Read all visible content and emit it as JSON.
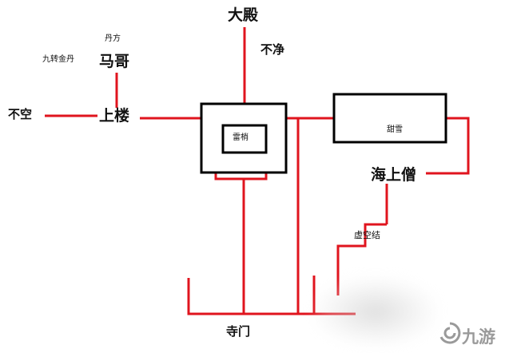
{
  "diagram": {
    "colors": {
      "path_red": "#e0141e",
      "box_stroke": "#000000",
      "text": "#111111",
      "watermark_grey": "#9a9a9a"
    },
    "labels": {
      "da_dian": "大殿",
      "bu_jing": "不净",
      "dan_fang": "丹方",
      "jiu_zhuan_jin_dan": "九转金丹",
      "ma_ge": "马哥",
      "bu_kong": "不空",
      "shang_lou": "上楼",
      "lei_shao": "雷梢",
      "tian_xue": "甜雪",
      "hai_shang_seng": "海上僧",
      "xu_kong_jie": "虚空结",
      "si_men": "寺门"
    },
    "watermark": {
      "icon": "swirl-logo-icon",
      "text": "九游"
    }
  }
}
